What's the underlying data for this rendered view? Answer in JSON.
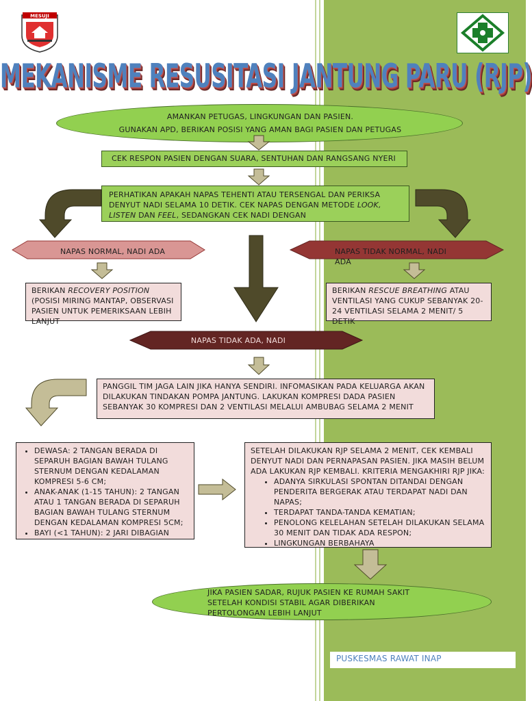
{
  "title": "MEKANISME RESUSITASI JANTUNG PARU (RJP)",
  "logo_left_text": "MESUJI",
  "colors": {
    "green_panel": "#9bbb59",
    "oval_green": "#92d050",
    "pink": "#f2dcdb",
    "dark_red": "#943634",
    "arrow_dark": "#4f4a2a",
    "arrow_tan": "#c4bd97"
  },
  "step1": {
    "line1": "AMANKAN PETUGAS, LINGKUNGAN DAN PASIEN.",
    "line2": "GUNAKAN APD, BERIKAN POSISI YANG AMAN BAGI PASIEN DAN PETUGAS"
  },
  "step2": {
    "text": "CEK RESPON PASIEN DENGAN SUARA, SENTUHAN DAN RANGSANG NYERI"
  },
  "step3": {
    "line1": "PERHATIKAN APAKAH NAPAS TEHENTI ATAU TERSENGAL DAN PERIKSA DENYUT NADI SELAMA 10 DETIK. CEK NAPAS DENGAN METODE ",
    "look_listen": "LOOK, LISTEN",
    "and": " DAN ",
    "feel": "FEEL",
    "line2": ", SEDANGKAN CEK NADI DENGAN"
  },
  "left_branch": {
    "label": "NAPAS NORMAL, NADI ADA",
    "action_prefix": "BERIKAN ",
    "action_italic": "RECOVERY POSITION",
    "action_rest": " (POSISI MIRING MANTAP, OBSERVASI PASIEN UNTUK PEMERIKSAAN LEBIH LANJUT"
  },
  "right_branch": {
    "label": "NAPAS TIDAK NORMAL, NADI ADA",
    "action_prefix": "BERIKAN ",
    "action_italic": "RESCUE BREATHING",
    "action_rest": " ATAU VENTILASI YANG CUKUP SEBANYAK 20-24 VENTILASI SELAMA 2 MENIT/ 5 DETIK"
  },
  "center_branch": {
    "label": "NAPAS TIDAK ADA, NADI"
  },
  "cpr_box": {
    "text": "PANGGIL TIM JAGA LAIN JIKA HANYA SENDIRI. INFOMASIKAN PADA KELUARGA AKAN DILAKUKAN TINDAKAN POMPA JANTUNG. LAKUKAN KOMPRESI DADA PASIEN SEBANYAK 30 KOMPRESI DAN 2 VENTILASI MELALUI AMBUBAG SELAMA 2 MENIT"
  },
  "compression_list": [
    "DEWASA: 2 TANGAN BERADA DI SEPARUH BAGIAN BAWAH TULANG STERNUM DENGAN KEDALAMAN KOMPRESI 5-6 CM;",
    "ANAK-ANAK (1-15 TAHUN): 2 TANGAN ATAU 1 TANGAN BERADA DI SEPARUH BAGIAN BAWAH TULANG STERNUM DENGAN KEDALAMAN KOMPRESI 5CM;",
    "BAYI (<1 TAHUN): 2 JARI DIBAGIAN"
  ],
  "reassess": {
    "intro": "SETELAH DILAKUKAN RJP SELAMA 2 MENIT, CEK KEMBALI DENYUT NADI DAN PERNAPASAN PASIEN. JIKA MASIH BELUM ADA LAKUKAN RJP KEMBALI. KRITERIA MENGAKHIRI RJP JIKA:",
    "items": [
      "ADANYA SIRKULASI SPONTAN DITANDAI DENGAN PENDERITA BERGERAK ATAU TERDAPAT NADI DAN NAPAS;",
      "TERDAPAT TANDA-TANDA KEMATIAN;",
      "PENOLONG KELELAHAN SETELAH DILAKUKAN SELAMA 30 MENIT DAN TIDAK ADA RESPON;",
      "LINGKUNGAN BERBAHAYA"
    ]
  },
  "final": {
    "text": "JIKA PASIEN SADAR, RUJUK PASIEN KE RUMAH SAKIT SETELAH KONDISI STABIL AGAR DIBERIKAN PERTOLONGAN LEBIH  LANJUT"
  },
  "footer": {
    "text": "PUSKESMAS RAWAT INAP"
  }
}
